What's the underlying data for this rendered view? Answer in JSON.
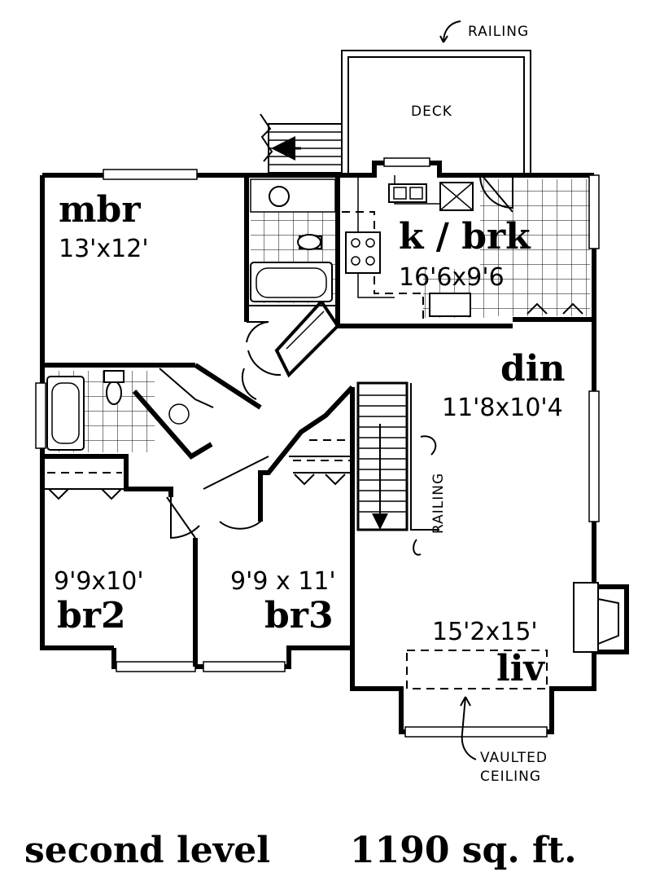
{
  "plan": {
    "rooms": [
      {
        "id": "mbr",
        "name": "mbr",
        "dims": "13'x12'"
      },
      {
        "id": "kbrk",
        "name": "k / brk",
        "dims": "16'6x9'6"
      },
      {
        "id": "din",
        "name": "din",
        "dims": "11'8x10'4"
      },
      {
        "id": "br2",
        "name": "br2",
        "dims": "9'9x10'"
      },
      {
        "id": "br3",
        "name": "br3",
        "dims": "9'9 x 11'"
      },
      {
        "id": "liv",
        "name": "liv",
        "dims": "15'2x15'"
      }
    ],
    "labels": {
      "railing_top": "RAILING",
      "deck": "DECK",
      "railing_stair": "RAILING",
      "vaulted_1": "VAULTED",
      "vaulted_2": "CEILING"
    }
  },
  "caption": {
    "level": "second level",
    "area": "1190 sq. ft."
  }
}
